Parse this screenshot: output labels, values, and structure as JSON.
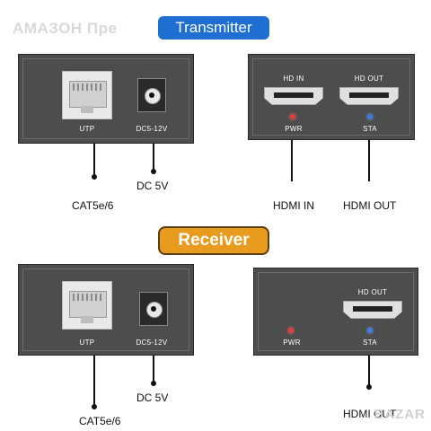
{
  "watermark": "АМАЗОН Пре",
  "title_badge": "Transmitter",
  "receiver_badge": "Receiver",
  "logo": "BAZAR",
  "transmitter_left": {
    "utp_label": "UTP",
    "dc_label": "DC5-12V",
    "cat_caption": "CAT5e/6",
    "dc_caption": "DC 5V"
  },
  "transmitter_right": {
    "hdmi_in_label": "HD IN",
    "hdmi_out_label": "HD OUT",
    "pwr_label": "PWR",
    "sta_label": "STA",
    "hdmi_in_caption": "HDMI IN",
    "hdmi_out_caption": "HDMI OUT"
  },
  "receiver_left": {
    "utp_label": "UTP",
    "dc_label": "DC5-12V",
    "cat_caption": "CAT5e/6",
    "dc_caption": "DC 5V"
  },
  "receiver_right": {
    "hdmi_out_label": "HD OUT",
    "pwr_label": "PWR",
    "sta_label": "STA",
    "hdmi_out_caption": "HDMI OUT"
  },
  "colors": {
    "title_badge": "#1e6fd1",
    "receiver_badge": "#e89b1e",
    "device_body": "#4d4d4d",
    "led_power": "#e23b3b",
    "led_status": "#3b7be2"
  }
}
